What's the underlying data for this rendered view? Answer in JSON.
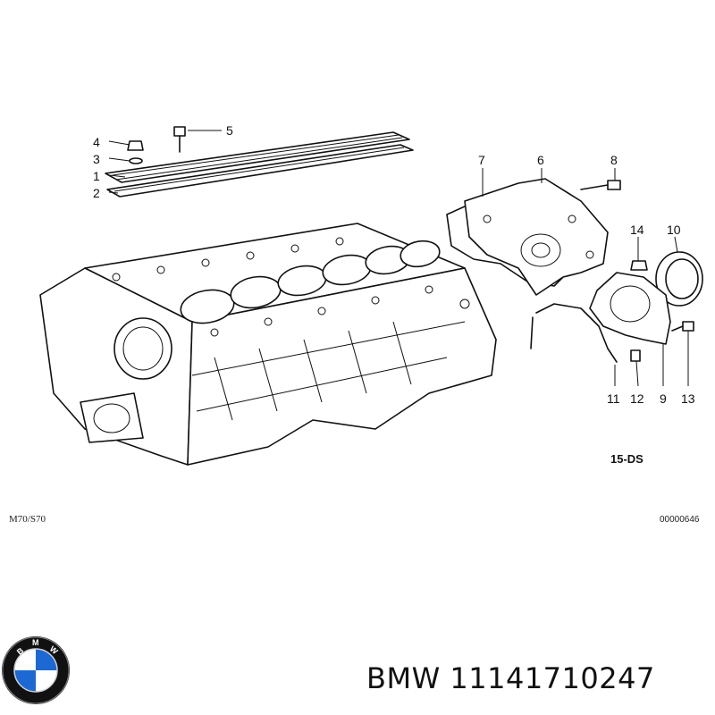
{
  "diagram": {
    "callouts": {
      "c1": "1",
      "c2": "2",
      "c3": "3",
      "c4": "4",
      "c5": "5",
      "c6": "6",
      "c7": "7",
      "c8": "8",
      "c9": "9",
      "c10": "10",
      "c11": "11",
      "c12": "12",
      "c13": "13",
      "c14": "14"
    },
    "note": "15-DS",
    "engine_ref": "M70/S70",
    "image_code": "00000646"
  },
  "caption": {
    "brand": "BMW",
    "part_number": "11141710247"
  },
  "logo": {
    "letters": "BMW",
    "colors": {
      "blue": "#1c69d4",
      "white": "#ffffff",
      "ring": "#111111"
    }
  }
}
